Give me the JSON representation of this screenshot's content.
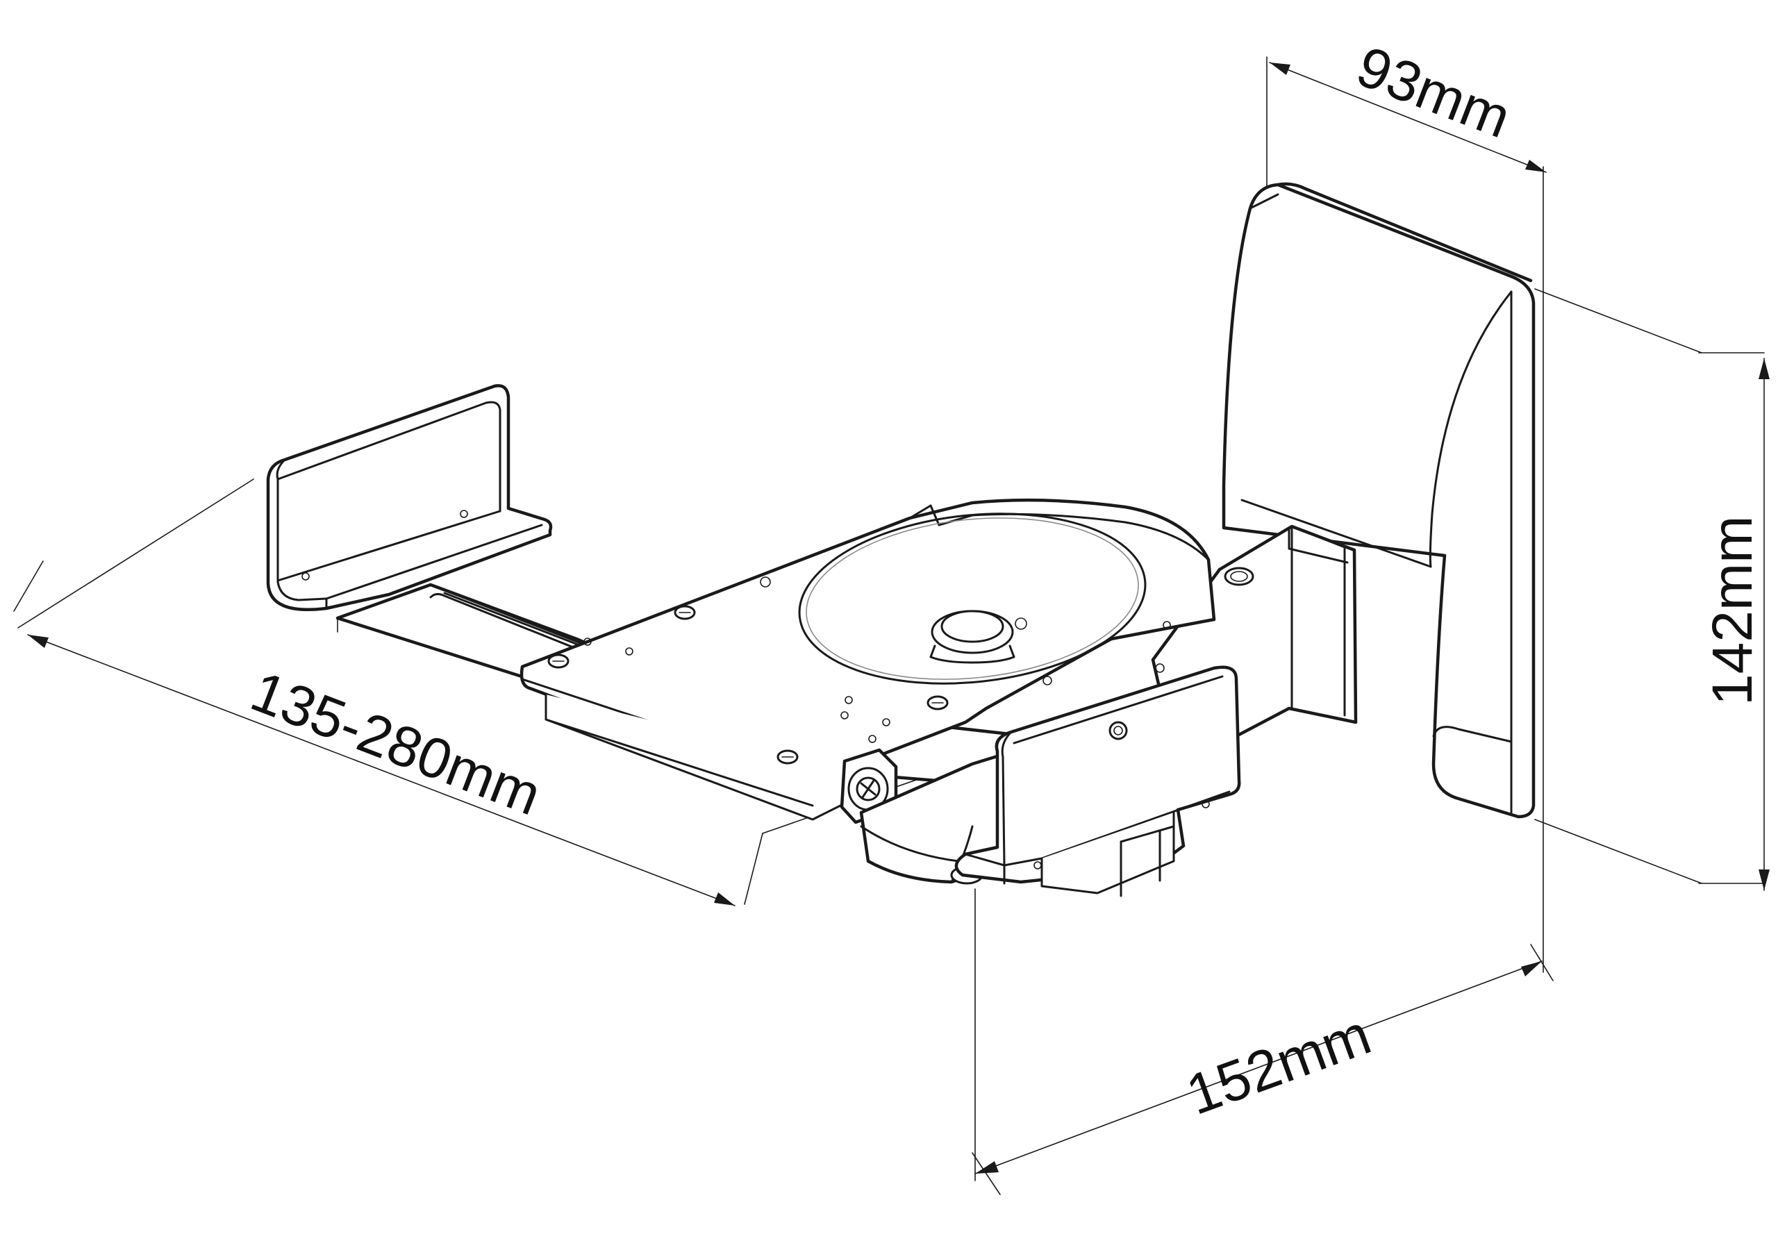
{
  "dimensions": {
    "depth": "93mm",
    "height": "142mm",
    "width": "152mm",
    "extension": "135-280mm"
  },
  "colors": {
    "line": "#1a1a1a",
    "background": "#ffffff"
  }
}
